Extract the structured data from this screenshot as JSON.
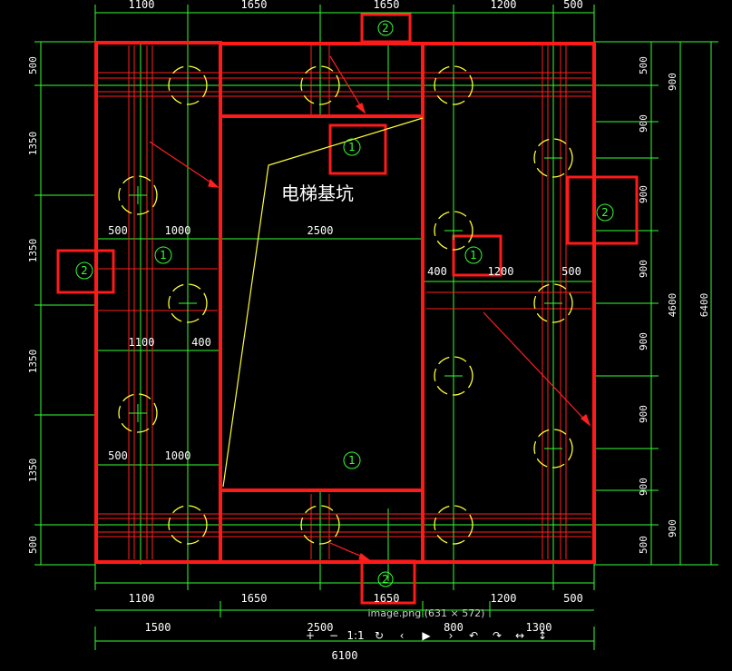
{
  "drawing": {
    "pit_label": "电梯基坑",
    "top_dims": [
      "1100",
      "1650",
      "1650",
      "1200",
      "500"
    ],
    "bottom_dims_row1": [
      "1100",
      "1650",
      "1650",
      "1200",
      "500"
    ],
    "bottom_dims_row2": [
      "1500",
      "2500",
      "800",
      "1300"
    ],
    "bottom_total": "6100",
    "left_dims": [
      "500",
      "1350",
      "1350",
      "1350",
      "1350",
      "500"
    ],
    "right_dims_a": [
      "500",
      "900",
      "900",
      "900",
      "900",
      "900",
      "900",
      "500"
    ],
    "right_dims_b": [
      "900",
      "900"
    ],
    "right_total_inner": "4600",
    "right_total_outer": "6400",
    "mid_dims_row1": [
      "500",
      "1000",
      "2500"
    ],
    "mid_dims_row2": [
      "400",
      "1200",
      "500"
    ],
    "mid_dims_row3": [
      "1100",
      "400"
    ],
    "mid_dims_row4": [
      "500",
      "1000"
    ],
    "callout_1": "1",
    "callout_2": "2",
    "colors": {
      "background": "#000000",
      "grid": "#33ff33",
      "rebar": "#ff2020",
      "highlight": "#ff1a1a",
      "pile": "#ffff33",
      "text": "#ffffff"
    }
  },
  "viewer": {
    "filename": "image.png (631 × 572)",
    "tools": [
      "+",
      "−",
      "1:1",
      "↻",
      "‹",
      "▶",
      "›",
      "↶",
      "↷",
      "↔",
      "↕"
    ]
  }
}
